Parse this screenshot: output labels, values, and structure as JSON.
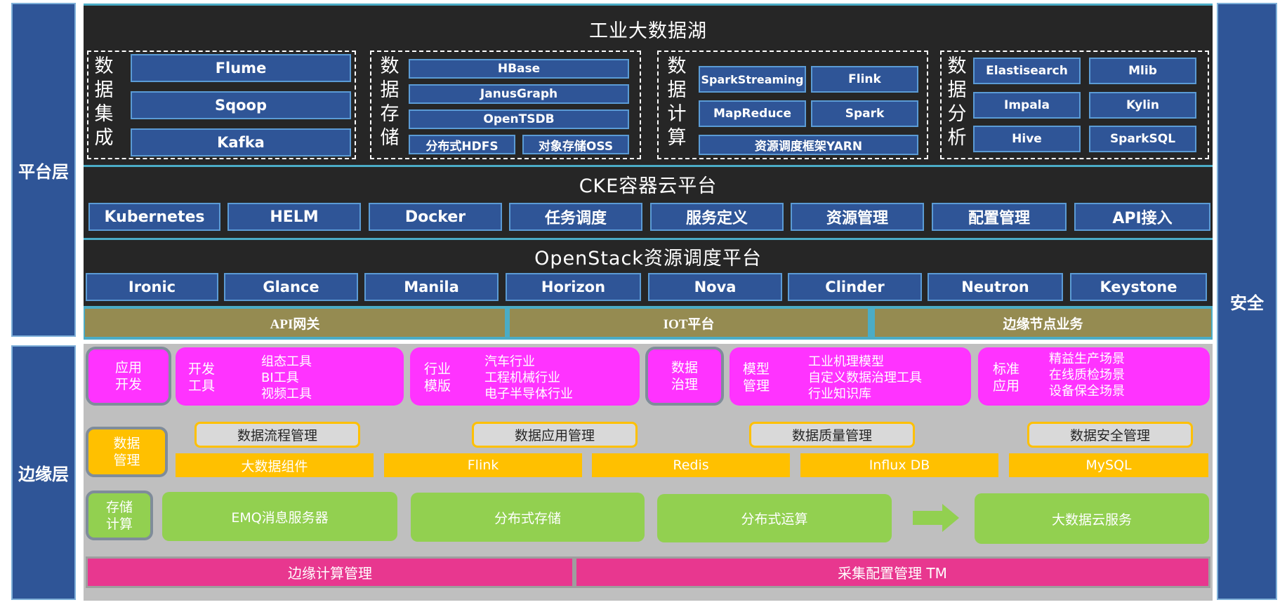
{
  "side_labels": {
    "platform": "平台层",
    "edge": "边缘层",
    "security": "安全"
  },
  "lake": {
    "title": "工业大数据湖",
    "groups": [
      {
        "label": [
          "数",
          "据",
          "集",
          "成"
        ],
        "items": [
          "Flume",
          "Sqoop",
          "Kafka"
        ]
      },
      {
        "label": [
          "数",
          "据",
          "存",
          "储"
        ],
        "items": [
          "HBase",
          "JanusGraph",
          "OpenTSDB",
          "分布式HDFS",
          "对象存储OSS"
        ]
      },
      {
        "label": [
          "数",
          "据",
          "计",
          "算"
        ],
        "items": [
          "SparkStreaming",
          "Flink",
          "MapReduce",
          "Spark",
          "资源调度框架YARN"
        ]
      },
      {
        "label": [
          "数",
          "据",
          "分",
          "析"
        ],
        "items": [
          "Elastisearch",
          "Mlib",
          "Impala",
          "Kylin",
          "Hive",
          "SparkSQL"
        ]
      }
    ]
  },
  "cke": {
    "title": "CKE容器云平台",
    "items": [
      "Kubernetes",
      "HELM",
      "Docker",
      "任务调度",
      "服务定义",
      "资源管理",
      "配置管理",
      "API接入"
    ]
  },
  "openstack": {
    "title": "OpenStack资源调度平台",
    "items": [
      "Ironic",
      "Glance",
      "Manila",
      "Horizon",
      "Nova",
      "Clinder",
      "Neutron",
      "Keystone"
    ]
  },
  "gateway": [
    "API网关",
    "IOT平台",
    "边缘节点业务"
  ],
  "edge": {
    "app_dev": "应用\n开发",
    "dev_tools": {
      "label": "开发\n工具",
      "items": [
        "组态工具",
        "BI工具",
        "视频工具"
      ]
    },
    "industry": {
      "label": "行业\n模版",
      "items": [
        "汽车行业",
        "工程机械行业",
        "电子半导体行业"
      ]
    },
    "data_gov": "数据\n治理",
    "model": {
      "label": "模型\n管理",
      "items": [
        "工业机理模型",
        "自定义数据治理工具",
        "行业知识库"
      ]
    },
    "standard": {
      "label": "标准\n应用",
      "items": [
        "精益生产场景",
        "在线质检场景",
        "设备保全场景"
      ]
    },
    "data_mgmt": "数据\n管理",
    "mgmt_items": [
      "数据流程管理",
      "数据应用管理",
      "数据质量管理",
      "数据安全管理"
    ],
    "components": [
      "大数据组件",
      "Flink",
      "Redis",
      "Influx DB",
      "MySQL"
    ],
    "storage": "存储\n计算",
    "storage_items": [
      "EMQ消息服务器",
      "分布式存储",
      "分布式运算",
      "大数据云服务"
    ],
    "bottom": [
      "边缘计算管理",
      "采集配置管理 TM"
    ]
  },
  "colors": {
    "dark": "#262626",
    "blue": "#2f5597",
    "olive": "#958b51",
    "magenta": "#ff33ff",
    "orange": "#ffc000",
    "green": "#92d050",
    "pink": "#e8378f",
    "gray": "#bfbfbf"
  },
  "icons": {
    "arrow": "arrow-right-icon"
  }
}
